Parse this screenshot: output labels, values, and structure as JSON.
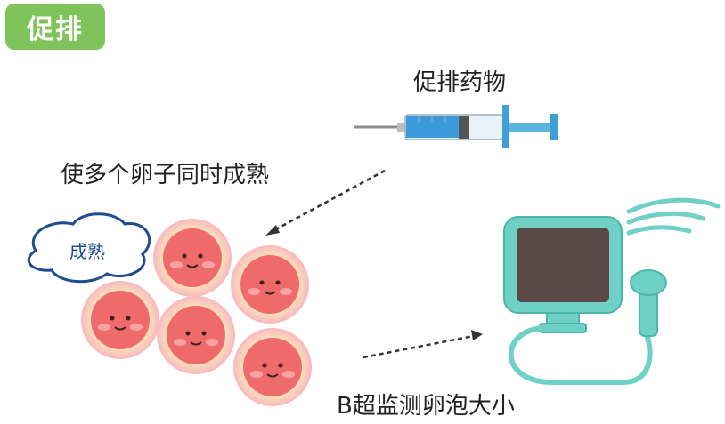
{
  "badge": {
    "text": "促排",
    "color": "#7ec45b"
  },
  "labels": {
    "drug": "促排药物",
    "mature_many": "使多个卵子同时成熟",
    "ultrasound": "B超监测卵泡大小"
  },
  "cloud": {
    "text": "成熟"
  },
  "icons": {
    "syringe": "syringe-icon",
    "egg": "egg-cell-icon",
    "monitor": "ultrasound-monitor-icon",
    "probe": "ultrasound-probe-icon"
  },
  "colors": {
    "syringe_liquid": "#3b9ad9",
    "egg_core": "#ef6b6b",
    "egg_ring": "#f8d6a6",
    "monitor_body": "#6fd1c6",
    "screen": "#5b4948"
  }
}
